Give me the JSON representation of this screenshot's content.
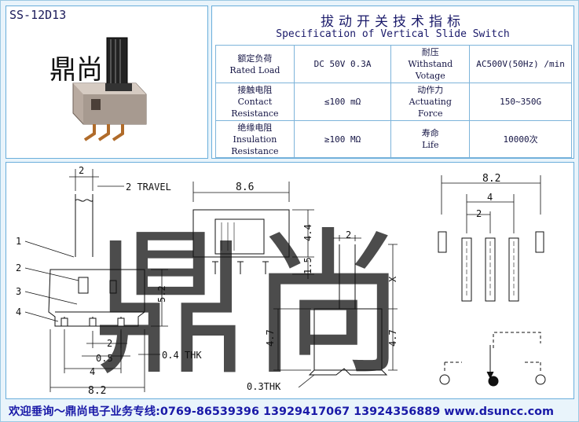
{
  "model": "SS-12D13",
  "watermark": "鼎尚",
  "spec": {
    "title_cn": "拔动开关技术指标",
    "title_en": "Specification of Vertical Slide Switch",
    "rows": [
      {
        "l1": "额定负荷",
        "l2": "Rated Load",
        "l3": "",
        "v1": "DC 50V 0.3A",
        "r1": "耐压",
        "r2": "Withstand",
        "r3": "Votage",
        "v2": "AC500V(50Hz) /min"
      },
      {
        "l1": "接触电阻",
        "l2": "Contact",
        "l3": "Resistance",
        "v1": "≤100 mΩ",
        "r1": "动作力",
        "r2": "Actuating",
        "r3": "Force",
        "v2": "150~350G"
      },
      {
        "l1": "绝缘电阻",
        "l2": "Insulation",
        "l3": "Resistance",
        "v1": "≥100 MΩ",
        "r1": "寿命",
        "r2": "Life",
        "r3": "",
        "v2": "10000次"
      }
    ]
  },
  "side_view": {
    "travel": "2 TRAVEL",
    "dim_top": "2",
    "dim_height": "5.2",
    "dim_pitch_small": "2",
    "dim_half": "0.5",
    "dim_pitch": "4",
    "dim_thk": "0.4 THK",
    "dim_width": "8.2",
    "callouts": [
      "1",
      "2",
      "3",
      "4"
    ]
  },
  "front_view": {
    "dim_width": "8.6",
    "dim_height": "4.4",
    "dim_pin": "1.5"
  },
  "end_view": {
    "dim_top": "2",
    "dim_x": "X",
    "dim_upper": "4.7",
    "dim_lower": "4.7",
    "dim_thk": "0.3THK"
  },
  "pcb_view": {
    "dim_width": "8.2",
    "dim_pitch": "4",
    "dim_small": "2"
  },
  "footer": "欢迎垂询～鼎尚电子业务专线:0769-86539396 13929417067 13924356889 www.dsuncc.com"
}
